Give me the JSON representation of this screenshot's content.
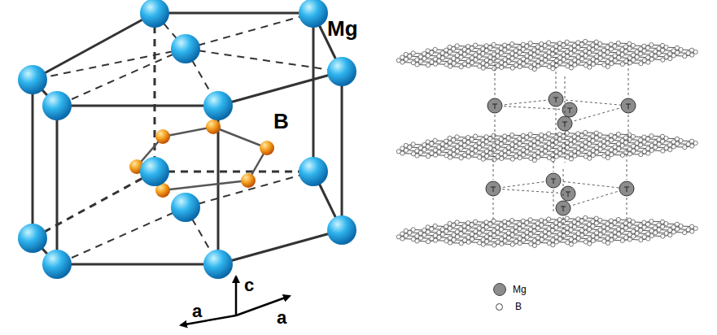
{
  "diagram": {
    "labels": [
      "Mg",
      "B",
      "c",
      "a",
      "a"
    ],
    "legend": [
      {
        "text": "Mg",
        "color": "#8c8c8c"
      },
      {
        "text": "B",
        "color": "#ffffff"
      }
    ]
  }
}
